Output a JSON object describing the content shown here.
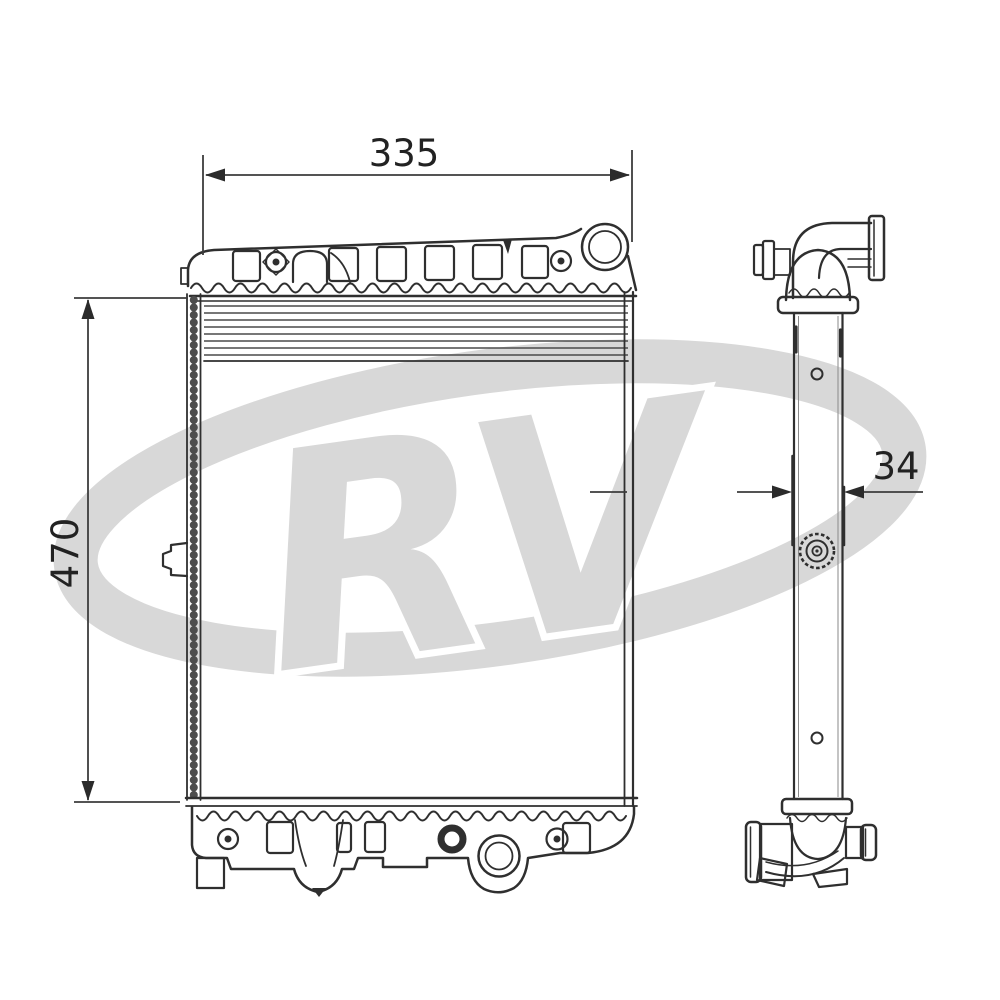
{
  "watermark": {
    "text": "RV",
    "color": "#d8d8d8"
  },
  "dimensions": {
    "width": "335",
    "height": "470",
    "depth": "34"
  },
  "colors": {
    "line": "#2f2f2f",
    "dimension_text": "#222222",
    "watermark": "#d8d8d8",
    "background": "#ffffff"
  }
}
